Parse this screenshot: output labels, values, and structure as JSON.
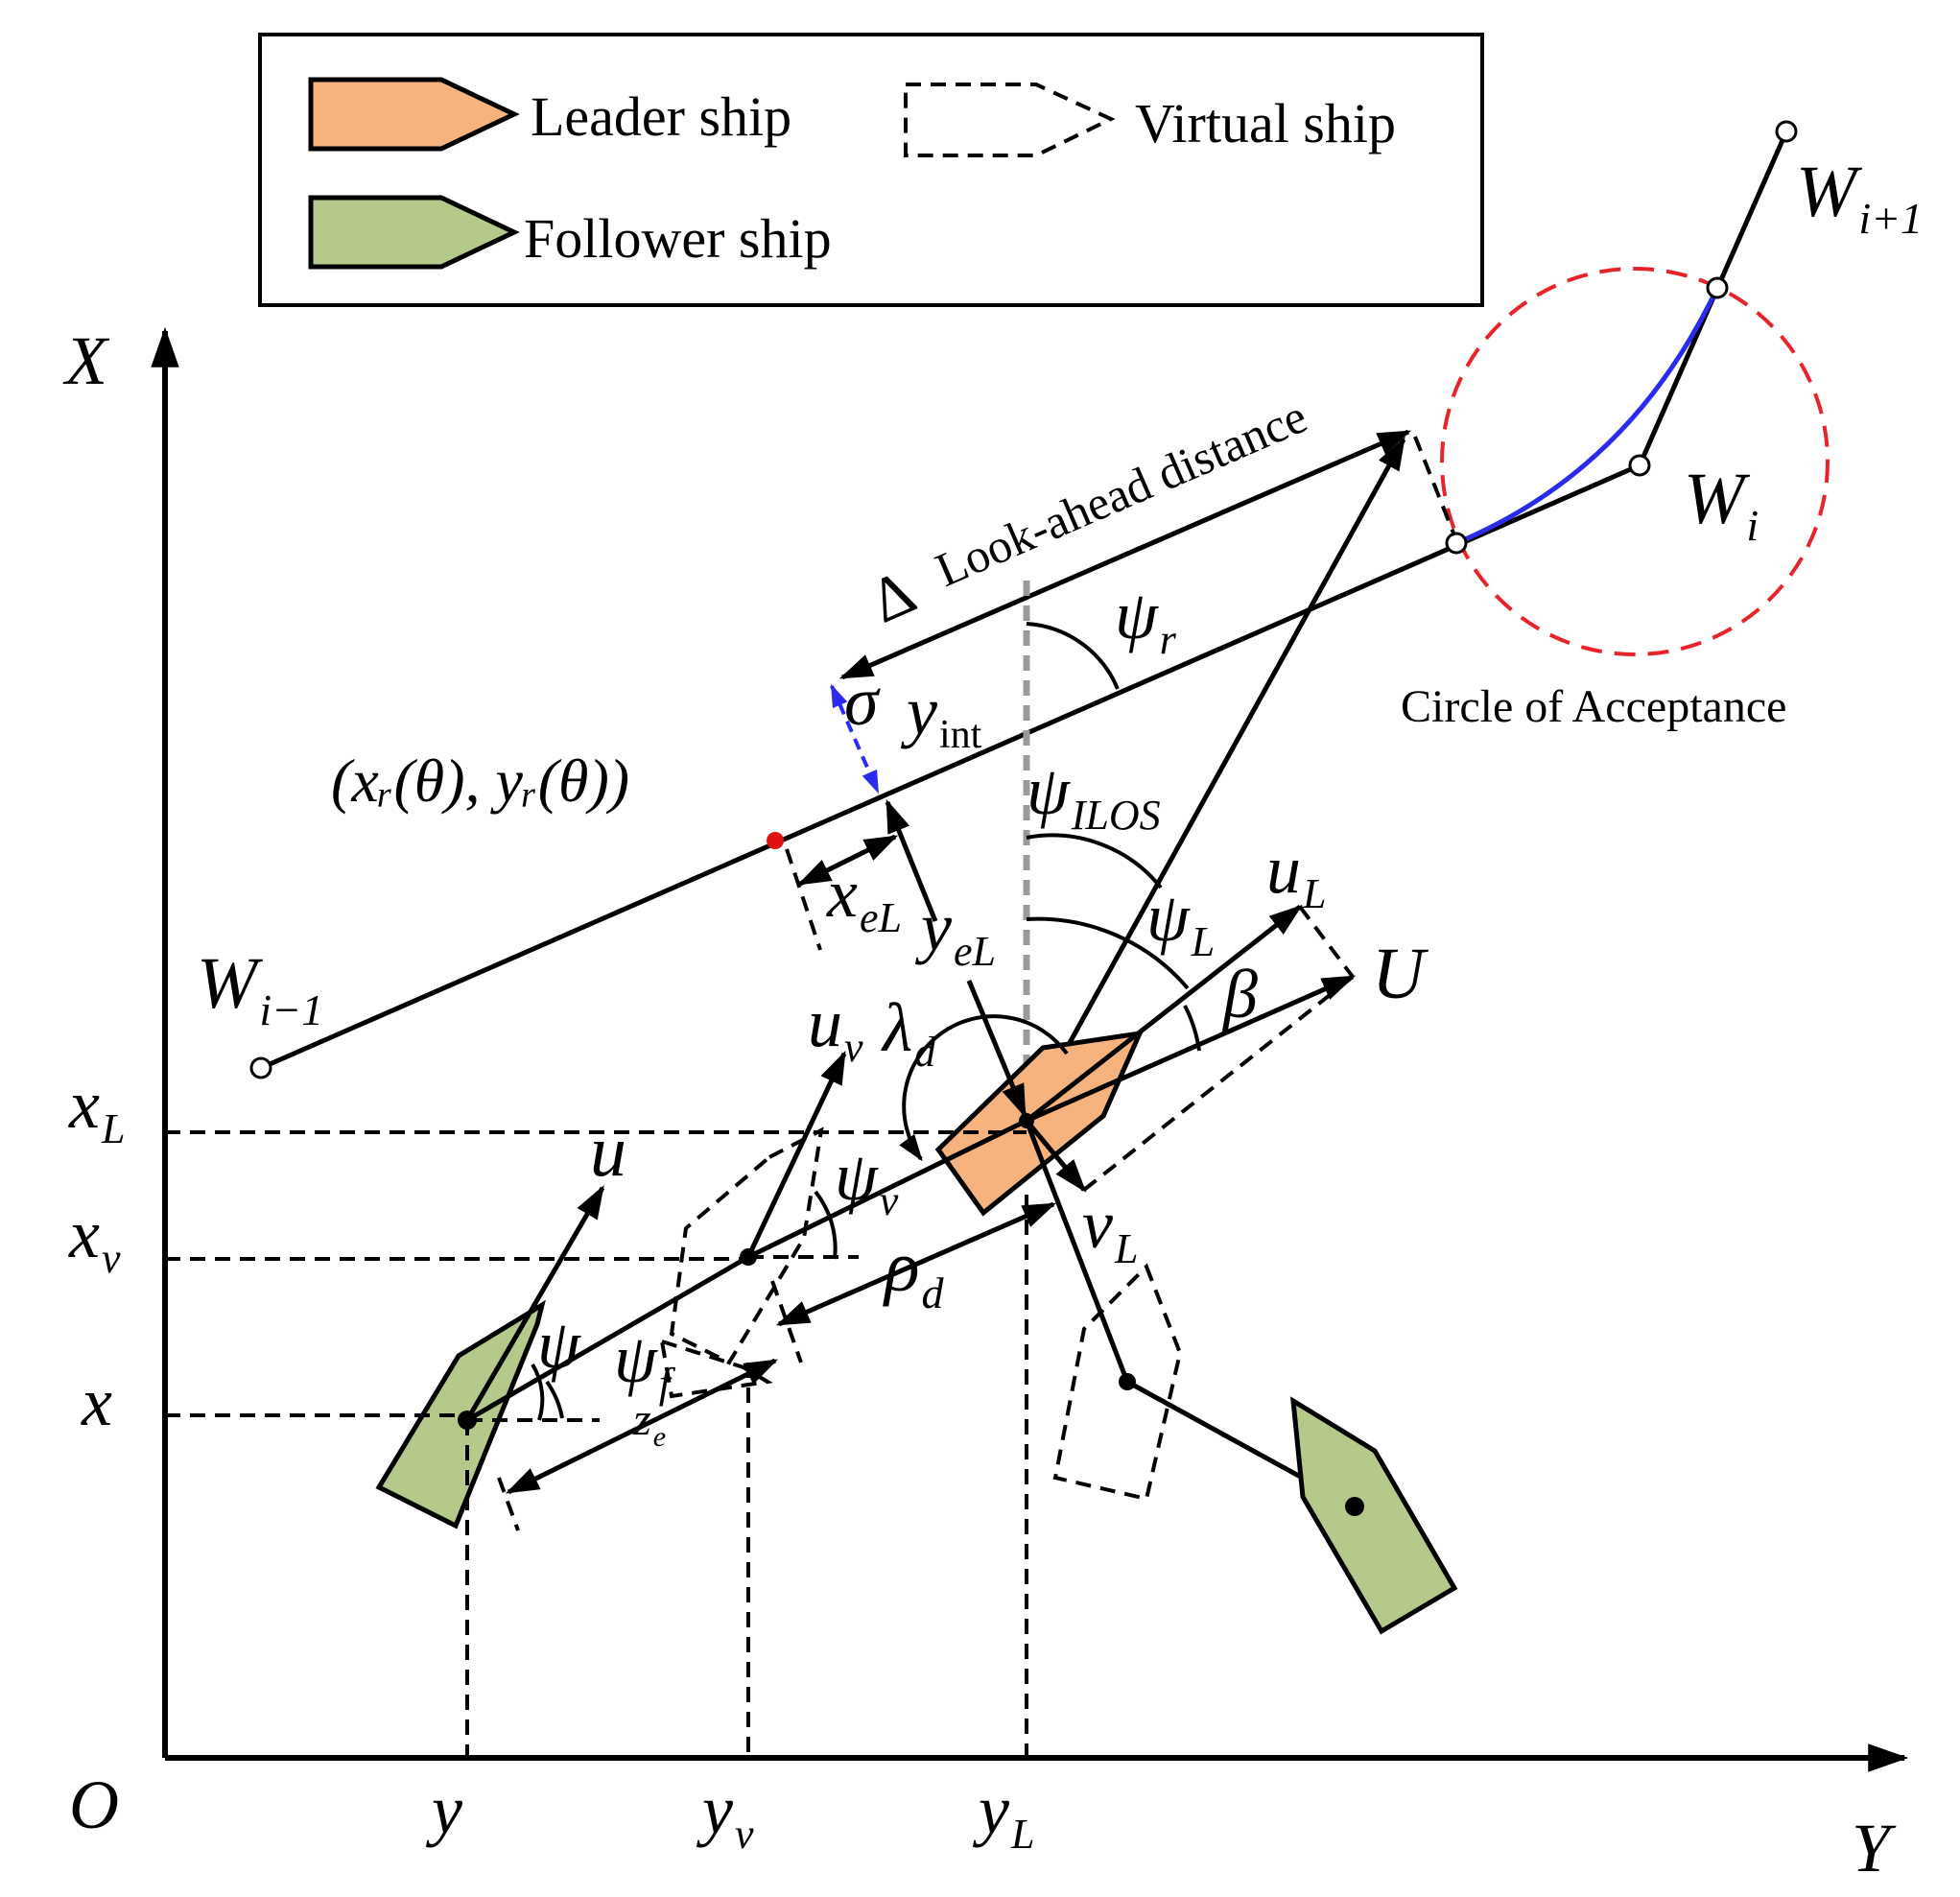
{
  "legend": {
    "leader": "Leader ship",
    "virtual": "Virtual ship",
    "follower": "Follower ship"
  },
  "axes": {
    "x_axis": "X",
    "y_axis": "Y",
    "origin": "O"
  },
  "waypoints": {
    "prev_base": "W",
    "prev_sub": "i−1",
    "cur_base": "W",
    "cur_sub": "i",
    "next_base": "W",
    "next_sub": "i+1"
  },
  "labels": {
    "look_ahead": "Look-ahead distance",
    "delta": "Δ",
    "circle": "Circle of Acceptance",
    "ref_point": "(xᵣ(θ), yᵣ(θ))",
    "sigma": "σ",
    "y_int_base": "y",
    "y_int_sub": "int",
    "psi_r_base": "ψ",
    "psi_r_sub": "r",
    "psi_ilos_base": "ψ",
    "psi_ilos_sub": "ILOS",
    "psi_L_base": "ψ",
    "psi_L_sub": "L",
    "u_L_base": "u",
    "u_L_sub": "L",
    "U": "U",
    "beta": "β",
    "x_eL_base": "x",
    "x_eL_sub": "eL",
    "y_eL_base": "y",
    "y_eL_sub": "eL",
    "lambda_d_base": "λ",
    "lambda_d_sub": "d",
    "u_v_base": "u",
    "u_v_sub": "v",
    "u": "u",
    "psi_v_base": "ψ",
    "psi_v_sub": "v",
    "v_L_base": "v",
    "v_L_sub": "L",
    "rho_d_base": "ρ",
    "rho_d_sub": "d",
    "psi": "ψ",
    "psi_f_base": "ψ",
    "psi_f_sub": "f",
    "z_e_base": "z",
    "z_e_sub": "e",
    "xL_base": "x",
    "xL_sub": "L",
    "xv_base": "x",
    "xv_sub": "v",
    "x": "x",
    "y": "y",
    "yv_base": "y",
    "yv_sub": "v",
    "yL_base": "y",
    "yL_sub": "L"
  },
  "colors": {
    "leader_fill": "#f7b37d",
    "follower_fill": "#b5c98a",
    "circle": "#e8232a",
    "curve": "#2b2bef",
    "reference_point": "#e01010",
    "vertical_ref": "#9a9a9a"
  }
}
